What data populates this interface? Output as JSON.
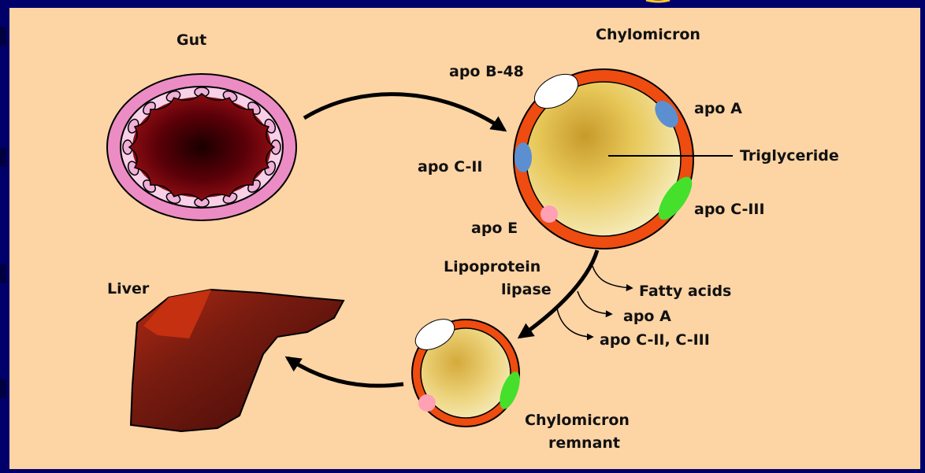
{
  "labels": {
    "gut": "Gut",
    "chylomicron": "Chylomicron",
    "apo_b48": "apo B-48",
    "apo_a": "apo A",
    "apo_c2": "apo C-II",
    "triglyceride": "Triglyceride",
    "apo_c3": "apo C-III",
    "apo_e": "apo E",
    "lipoprotein_lipase_line1": "Lipoprotein",
    "lipoprotein_lipase_line2": "lipase",
    "fatty_acids": "Fatty acids",
    "released_apo_a": "apo A",
    "released_apo_c": "apo C-II, C-III",
    "liver": "Liver",
    "remnant_line1": "Chylomicron",
    "remnant_line2": "remnant"
  },
  "colors": {
    "background_frame": "#00006b",
    "panel": "#fdd4a4",
    "apo_b48": "#ffffff",
    "apo_a": "#5b8fd0",
    "apo_c2": "#5b8fd0",
    "apo_c3": "#44e02c",
    "apo_e": "#ffa0b4",
    "membrane": "#ee4c10",
    "triglyceride_core": "#e8c85a",
    "liver": "#6e1a12",
    "gut_wall": "#ec8cc4",
    "gut_lumen": "#8a0a10"
  }
}
